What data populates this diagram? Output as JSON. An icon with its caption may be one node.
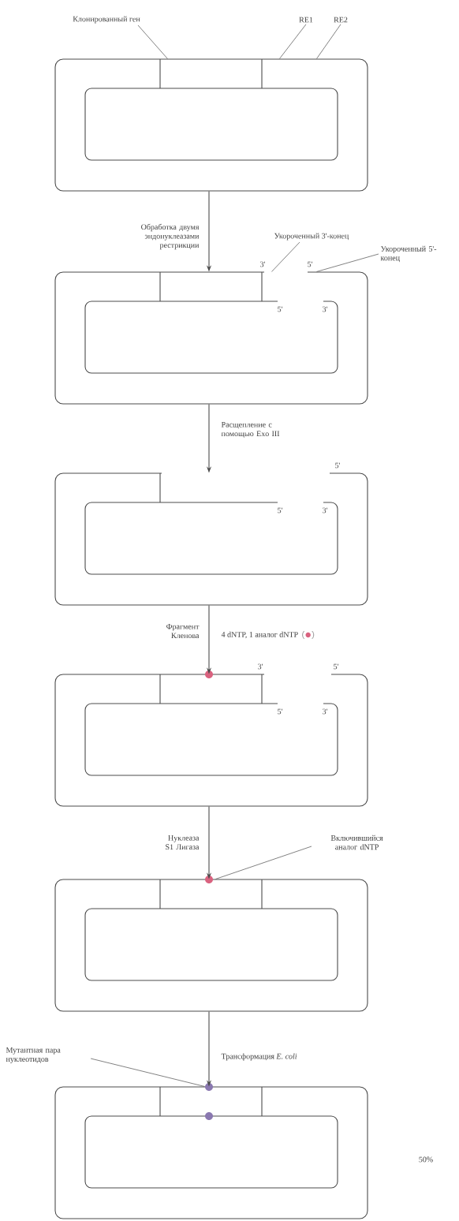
{
  "diagram": {
    "nodes": [
      {
        "text": [
          "Клонированный ген"
        ]
      },
      {
        "text": [
          "RE1"
        ]
      },
      {
        "text": [
          "RE2"
        ]
      },
      {
        "text": [],
        "shape": "box"
      },
      {
        "text": [
          "Укороченный 3'-конец"
        ]
      },
      {
        "text": [
          "Укороченный 5'-конец"
        ]
      },
      {
        "text": [],
        "shape": "box"
      },
      {
        "text": [],
        "shape": "box"
      },
      {
        "text": [],
        "shape": "box"
      },
      {
        "text": [
          "Включившийся аналог dNTP"
        ]
      },
      {
        "text": [],
        "shape": "box"
      },
      {
        "text": [
          "Мутантная пара нуклеотидов"
        ]
      },
      {
        "text": [],
        "shape": "box"
      }
    ],
    "edges": [
      {
        "from": 0,
        "to": 3,
        "arrow": "none"
      },
      {
        "from": 1,
        "to": 3,
        "arrow": "none"
      },
      {
        "from": 2,
        "to": 3,
        "arrow": "none"
      },
      {
        "from": 3,
        "to": 6,
        "arrow": "to",
        "label": "Обработка двумя эндонуклеазами рестрикции"
      },
      {
        "from": 4,
        "to": 6,
        "arrow": "none"
      },
      {
        "from": 5,
        "to": 6,
        "arrow": "none"
      },
      {
        "from": 6,
        "to": 7,
        "arrow": "to",
        "label": "Расщепление с помощью Exo III"
      },
      {
        "from": 7,
        "to": 8,
        "arrow": "to",
        "label": "Фрагмент Кленова"
      },
      {
        "from": 9,
        "to": 10,
        "arrow": "none"
      },
      {
        "from": 8,
        "to": 10,
        "arrow": "to",
        "label": "Нуклеаза S1 Лигаза"
      },
      {
        "from": 11,
        "to": 12,
        "arrow": "none"
      },
      {
        "from": 10,
        "to": 12,
        "arrow": "to",
        "label": "Трансформация *E. coli*"
      }
    ],
    "labels": [
      "3'",
      "5'",
      "5'",
      "3'",
      "5'",
      "5'",
      "3'",
      "4 dNTP, 1 аналог dNTP",
      "3'",
      "5'",
      "5'",
      "3'",
      "50%"
    ]
  }
}
